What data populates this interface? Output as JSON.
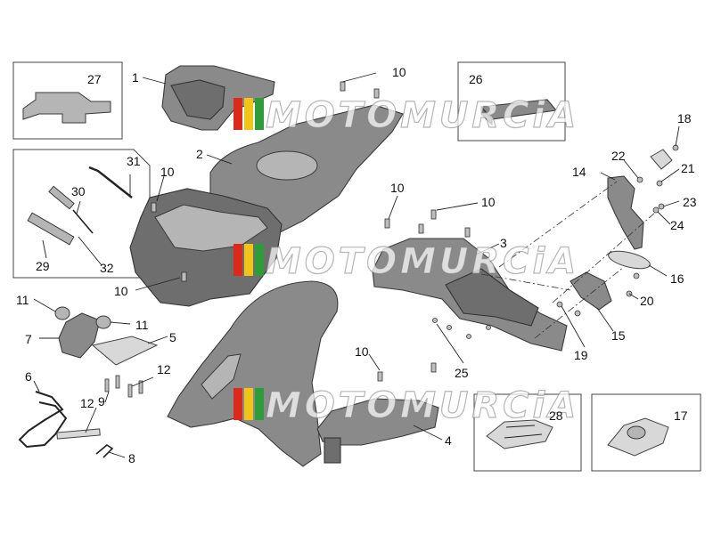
{
  "watermark": {
    "text": "MOTOMURCiA",
    "colors": {
      "red": "#d92a1c",
      "green": "#2f9c3a",
      "yellow": "#f0c419"
    }
  },
  "callouts": [
    {
      "id": "c1",
      "label": "1"
    },
    {
      "id": "c2",
      "label": "2"
    },
    {
      "id": "c3",
      "label": "3"
    },
    {
      "id": "c4",
      "label": "4"
    },
    {
      "id": "c5",
      "label": "5"
    },
    {
      "id": "c6",
      "label": "6"
    },
    {
      "id": "c7",
      "label": "7"
    },
    {
      "id": "c8",
      "label": "8"
    },
    {
      "id": "c9",
      "label": "9"
    },
    {
      "id": "c10a",
      "label": "10"
    },
    {
      "id": "c10b",
      "label": "10"
    },
    {
      "id": "c10c",
      "label": "10"
    },
    {
      "id": "c10d",
      "label": "10"
    },
    {
      "id": "c10e",
      "label": "10"
    },
    {
      "id": "c10f",
      "label": "10"
    },
    {
      "id": "c11a",
      "label": "11"
    },
    {
      "id": "c11b",
      "label": "11"
    },
    {
      "id": "c12a",
      "label": "12"
    },
    {
      "id": "c12b",
      "label": "12"
    },
    {
      "id": "c14",
      "label": "14"
    },
    {
      "id": "c15",
      "label": "15"
    },
    {
      "id": "c16",
      "label": "16"
    },
    {
      "id": "c17",
      "label": "17"
    },
    {
      "id": "c18",
      "label": "18"
    },
    {
      "id": "c19",
      "label": "19"
    },
    {
      "id": "c20",
      "label": "20"
    },
    {
      "id": "c21",
      "label": "21"
    },
    {
      "id": "c22",
      "label": "22"
    },
    {
      "id": "c23",
      "label": "23"
    },
    {
      "id": "c24",
      "label": "24"
    },
    {
      "id": "c25",
      "label": "25"
    },
    {
      "id": "c26",
      "label": "26"
    },
    {
      "id": "c27",
      "label": "27"
    },
    {
      "id": "c28",
      "label": "28"
    },
    {
      "id": "c29",
      "label": "29"
    },
    {
      "id": "c30",
      "label": "30"
    },
    {
      "id": "c31",
      "label": "31"
    },
    {
      "id": "c32",
      "label": "32"
    }
  ]
}
